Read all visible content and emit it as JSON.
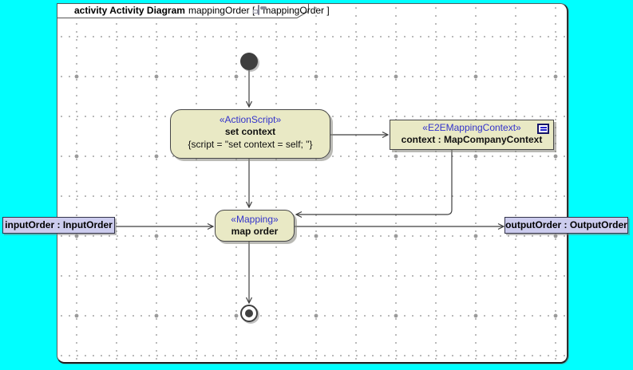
{
  "title": {
    "keyword": "activity Activity Diagram",
    "segment_main": "mappingOrder [",
    "segment_ref": "mappingOrder ]",
    "diagram_icon": "activity-diagram-icon"
  },
  "nodes": {
    "set_context": {
      "stereotype": "«ActionScript»",
      "name": "set context",
      "body": "{script = \"set context = self; \"}"
    },
    "context_object": {
      "stereotype": "«E2EMappingContext»",
      "name": "context : MapCompanyContext",
      "icon": "note-icon"
    },
    "map_order": {
      "stereotype": "«Mapping»",
      "name": "map order"
    }
  },
  "pins": {
    "input": {
      "label": "inputOrder : InputOrder"
    },
    "output": {
      "label": "outputOrder : OutputOrder"
    }
  },
  "colors": {
    "canvas_background": "#00FFFF",
    "node_fill": "#E9E9C5",
    "pin_fill": "#CCCCEE",
    "stereotype_text": "#3333CC",
    "edge_line": "#3F3F3F",
    "grid_dot": "#969696"
  }
}
